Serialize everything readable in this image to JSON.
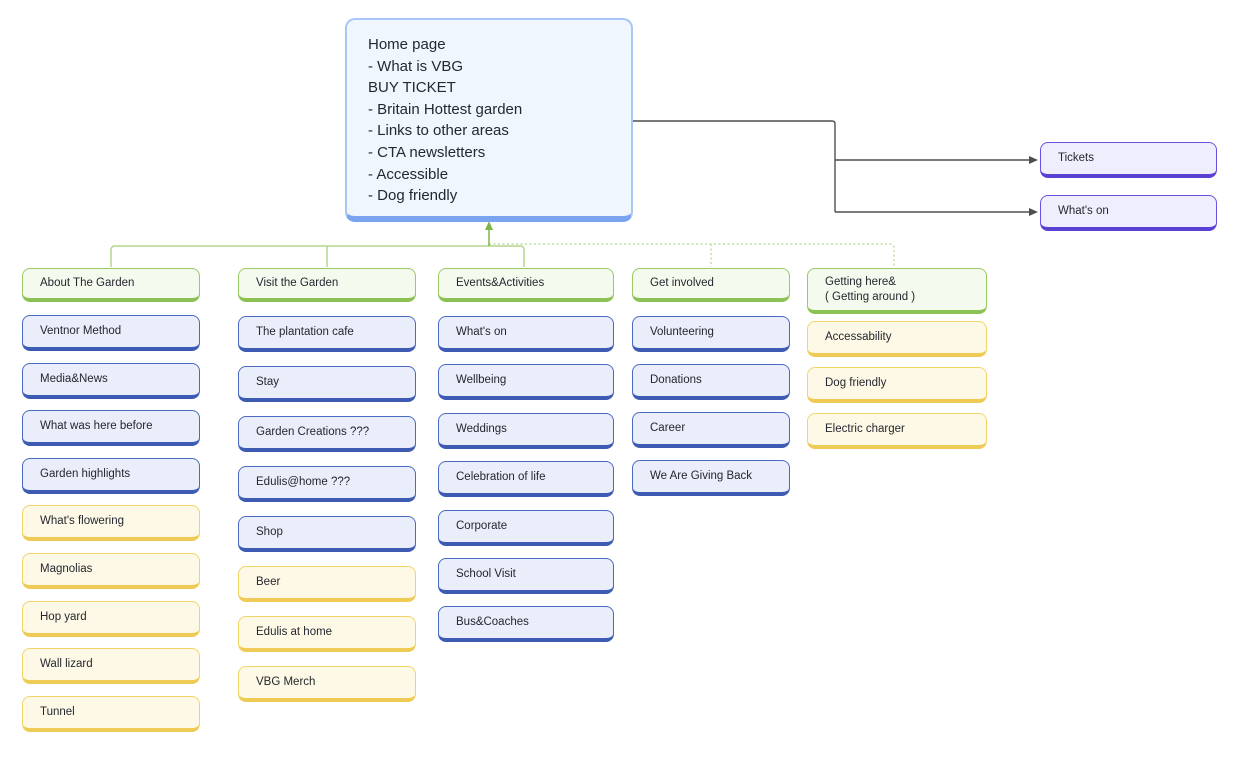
{
  "home_card": {
    "lines": [
      "Home page",
      "- What is VBG",
      "BUY TICKET",
      "- Britain Hottest garden",
      "- Links to other areas",
      "- CTA newsletters",
      "- Accessible",
      "- Dog friendly"
    ]
  },
  "quick_links": [
    {
      "label": "Tickets"
    },
    {
      "label": "What's on"
    }
  ],
  "columns": [
    {
      "header_lines": [
        "About The Garden"
      ],
      "items": [
        {
          "label": "Ventnor Method",
          "style": "blue"
        },
        {
          "label": "Media&News",
          "style": "blue"
        },
        {
          "label": "What was here before",
          "style": "blue"
        },
        {
          "label": "Garden highlights",
          "style": "blue"
        },
        {
          "label": "What's flowering",
          "style": "yellow"
        },
        {
          "label": "Magnolias",
          "style": "yellow"
        },
        {
          "label": "Hop yard",
          "style": "yellow"
        },
        {
          "label": "Wall lizard",
          "style": "yellow"
        },
        {
          "label": "Tunnel",
          "style": "yellow"
        }
      ]
    },
    {
      "header_lines": [
        "Visit the Garden"
      ],
      "items": [
        {
          "label": "The plantation cafe",
          "style": "blue"
        },
        {
          "label": "Stay",
          "style": "blue"
        },
        {
          "label": "Garden Creations ???",
          "style": "blue"
        },
        {
          "label": "Edulis@home ???",
          "style": "blue"
        },
        {
          "label": "Shop",
          "style": "blue"
        },
        {
          "label": "Beer",
          "style": "yellow"
        },
        {
          "label": "Edulis at home",
          "style": "yellow"
        },
        {
          "label": "VBG Merch",
          "style": "yellow"
        }
      ]
    },
    {
      "header_lines": [
        "Events&Activities"
      ],
      "items": [
        {
          "label": "What's on",
          "style": "blue"
        },
        {
          "label": "Wellbeing",
          "style": "blue"
        },
        {
          "label": "Weddings",
          "style": "blue"
        },
        {
          "label": "Celebration of life",
          "style": "blue"
        },
        {
          "label": "Corporate",
          "style": "blue"
        },
        {
          "label": "School Visit",
          "style": "blue"
        },
        {
          "label": "Bus&Coaches",
          "style": "blue"
        }
      ]
    },
    {
      "header_lines": [
        "Get involved"
      ],
      "items": [
        {
          "label": "Volunteering",
          "style": "blue"
        },
        {
          "label": "Donations",
          "style": "blue"
        },
        {
          "label": "Career",
          "style": "blue"
        },
        {
          "label": "We Are Giving Back",
          "style": "blue"
        }
      ]
    },
    {
      "header_lines": [
        "Getting here&",
        "( Getting around )"
      ],
      "items": [
        {
          "label": "Accessability",
          "style": "yellow"
        },
        {
          "label": "Dog friendly",
          "style": "yellow"
        },
        {
          "label": "Electric charger",
          "style": "yellow"
        }
      ]
    }
  ],
  "palette": {
    "text": "#24272f",
    "home-fill": "#f0f6fe",
    "home-border": "#a8c7f4",
    "home-bottom": "#7ba4f0",
    "green-fill": "#f5faee",
    "green-border": "#9aca64",
    "green-bottom": "#8cc253",
    "blue-fill": "#eaeefb",
    "blue-border": "#4a69c0",
    "blue-bottom": "#3e5bb4",
    "yellow-fill": "#fdf9e6",
    "yellow-border": "#f3d466",
    "yellow-bottom": "#efcb55",
    "purple-fill": "#eeeefc",
    "purple-border": "#6a52e0",
    "purple-bottom": "#5b40d4",
    "line-dark": "#4f4f4f",
    "line-green": "#b3d68c",
    "arrow-green": "#7cb648"
  }
}
